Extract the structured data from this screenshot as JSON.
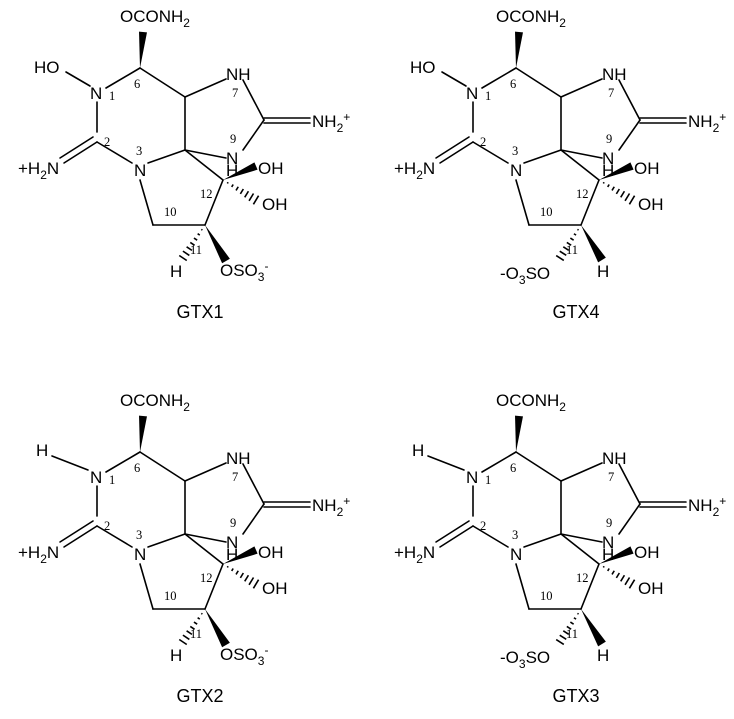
{
  "atoms": {
    "carbamate": "OCONH",
    "carbamate_sub": "2",
    "ho": "HO",
    "h": "H",
    "n": "N",
    "nh": "NH",
    "imine_minus_h": "H",
    "imine_right_main": "NH",
    "imine_right_sub": "2",
    "imine_right_sup": "+",
    "imine_left_plus": "+H",
    "imine_left_sub": "2",
    "imine_left_n": "N",
    "oh": "OH",
    "sulfate_right_main": "OSO",
    "sulfate_right_sub": "3",
    "sulfate_right_sup": "-",
    "sulfate_left_pre": "-O",
    "sulfate_left_sub": "3",
    "sulfate_left_post": "SO"
  },
  "numbers": {
    "n1": "1",
    "n2": "2",
    "n3": "3",
    "n6": "6",
    "n7": "7",
    "n9": "9",
    "n10": "10",
    "n11": "11",
    "n12": "12"
  },
  "structures": [
    {
      "id": "gtx1",
      "caption": "GTX1",
      "n1_substituent": "HO",
      "sulfate_side": "right"
    },
    {
      "id": "gtx4",
      "caption": "GTX4",
      "n1_substituent": "HO",
      "sulfate_side": "left"
    },
    {
      "id": "gtx2",
      "caption": "GTX2",
      "n1_substituent": "H",
      "sulfate_side": "right"
    },
    {
      "id": "gtx3",
      "caption": "GTX3",
      "n1_substituent": "H",
      "sulfate_side": "left"
    }
  ]
}
